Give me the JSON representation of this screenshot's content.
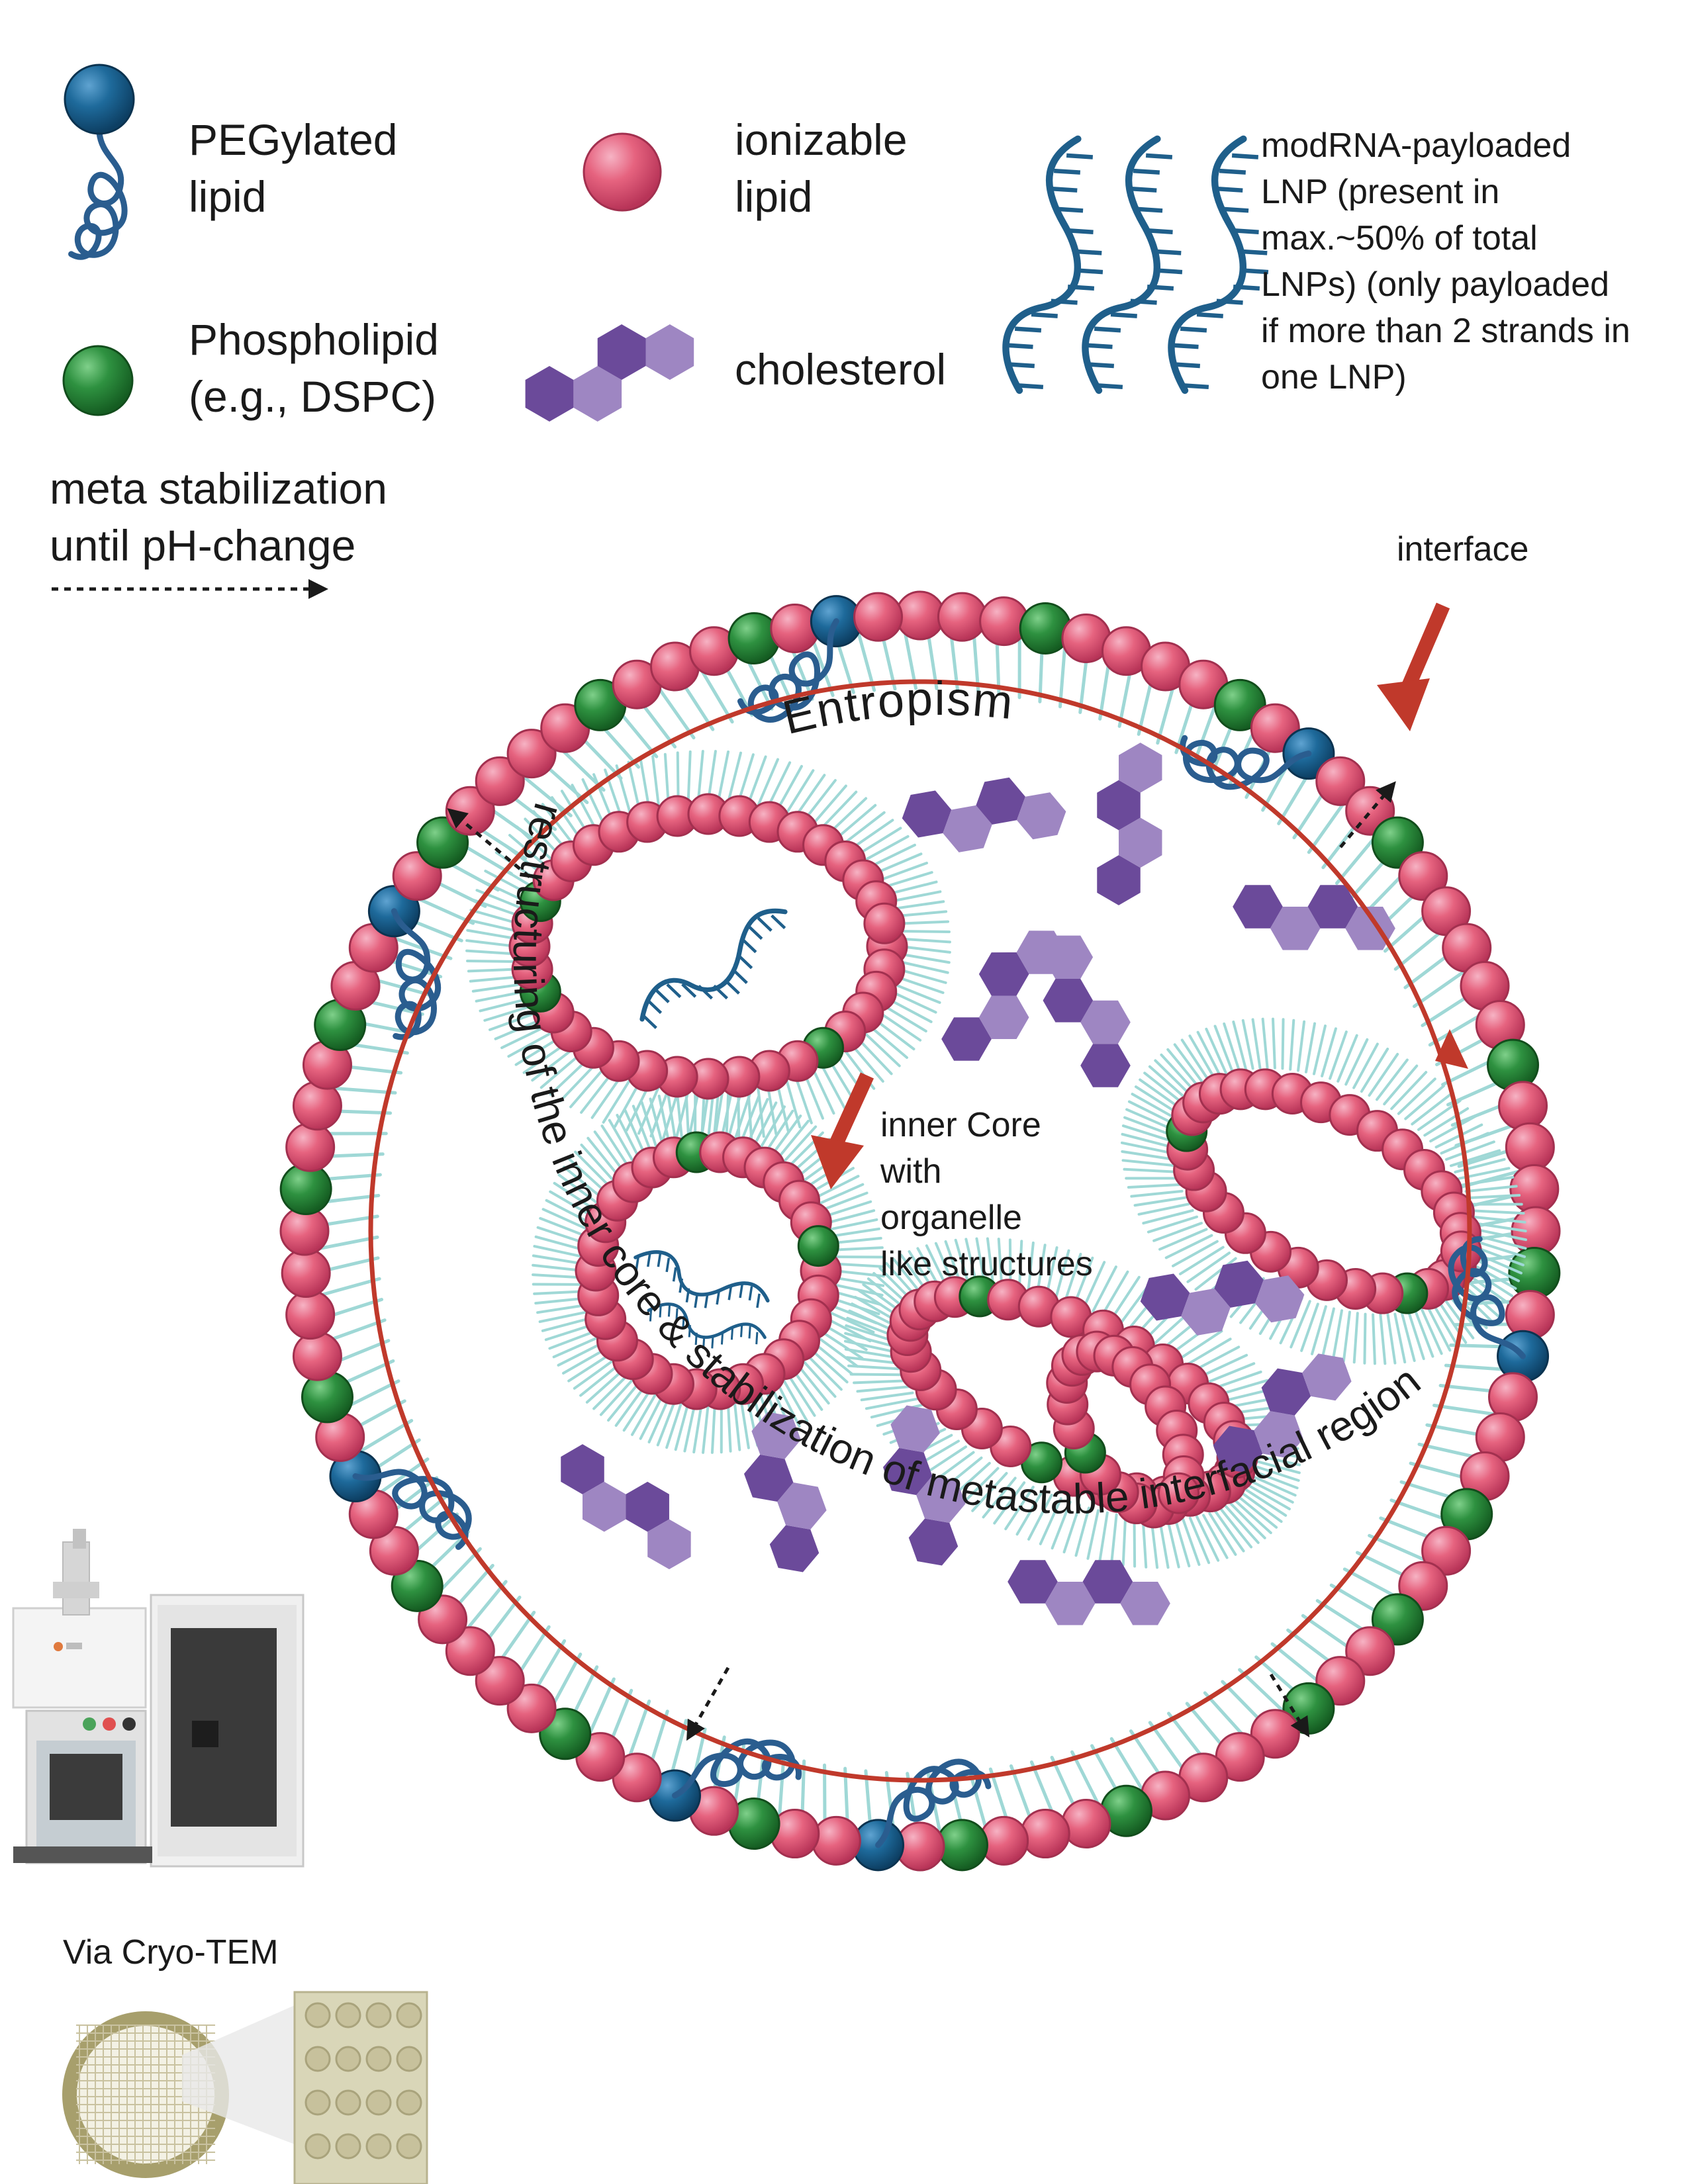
{
  "legend": {
    "peg_label_1": "PEGylated",
    "peg_label_2": "lipid",
    "ionizable_label_1": "ionizable",
    "ionizable_label_2": "lipid",
    "phospholipid_label_1": "Phospholipid",
    "phospholipid_label_2": "(e.g., DSPC)",
    "cholesterol_label": "cholesterol",
    "modrna_lines": [
      "modRNA-payloaded",
      "LNP (present in",
      "max.~50% of total",
      "LNPs) (only payloaded",
      "if more than 2 strands in",
      "one LNP)"
    ],
    "meta_line_1": "meta stabilization",
    "meta_line_2": "until pH-change"
  },
  "diagram": {
    "interface_label": "interface",
    "entropism_label": "Entropism",
    "restructuring_label": "restructuring of the inner core & stabilization of metastable interfacial region",
    "inner_core_lines": [
      "inner Core",
      "with",
      "organelle",
      "like structures"
    ],
    "cryo_label": "Via Cryo-TEM"
  },
  "colors": {
    "ionizable": "#e05a7a",
    "phospholipid": "#2e8b3e",
    "peg": "#1c5f8e",
    "peg_chain": "#2a5d8f",
    "cholesterol_dark": "#6b4a9a",
    "cholesterol_light": "#9e86c2",
    "tail": "#9fd8d6",
    "red_arrow": "#c0392b",
    "rna": "#1f5f8b"
  }
}
